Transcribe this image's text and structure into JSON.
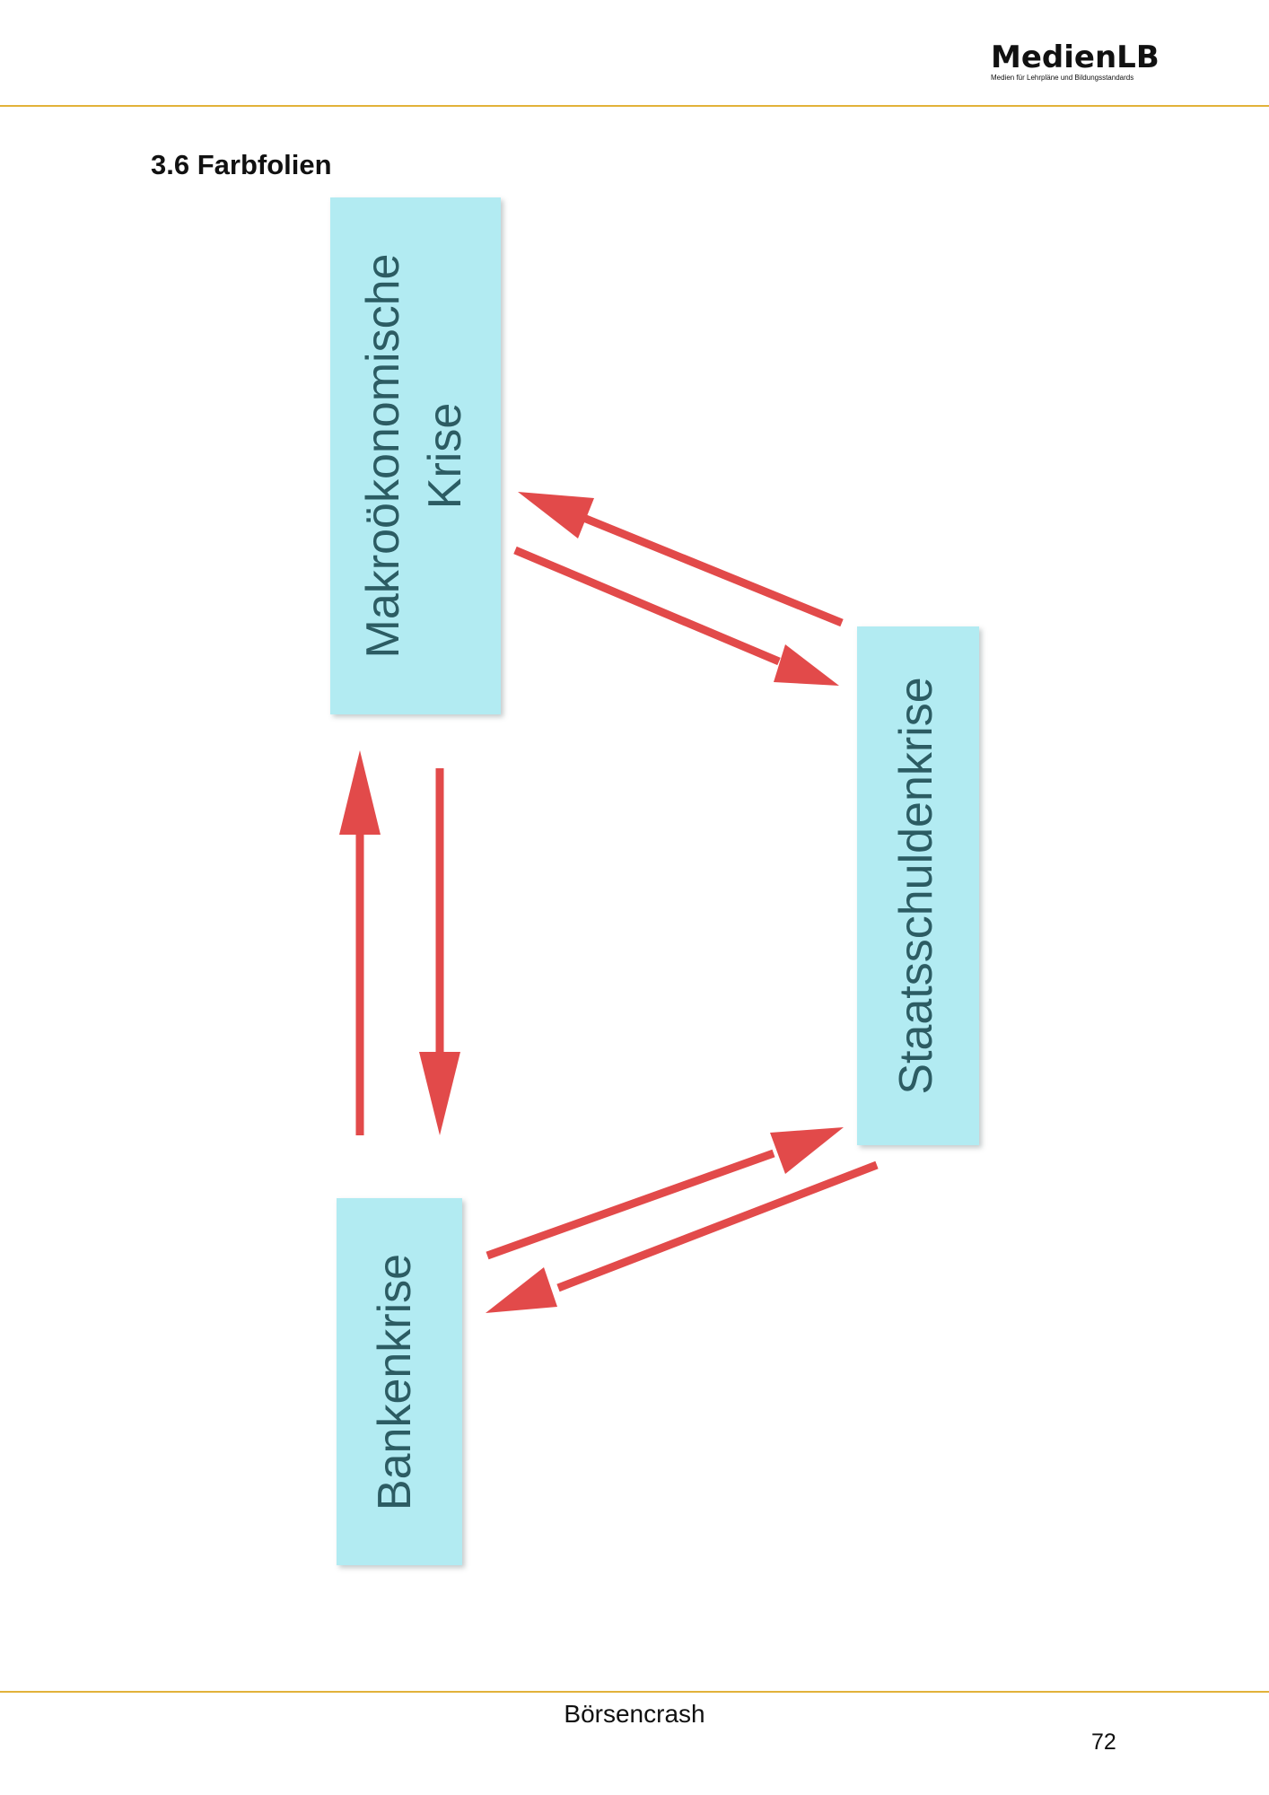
{
  "header": {
    "logo_title": "MedienLB",
    "logo_subtitle": "Medien für Lehrpläne und Bildungsstandards",
    "rule_color": "#e2b23a"
  },
  "section_title": "3.6 Farbfolien",
  "diagram": {
    "nodes": [
      {
        "id": "makro",
        "label_lines": [
          "Makroökonomische",
          "Krise"
        ]
      },
      {
        "id": "staat",
        "label_lines": [
          "Staatsschuldenkrise"
        ]
      },
      {
        "id": "bank",
        "label_lines": [
          "Bankenkrise"
        ]
      }
    ],
    "edges": [
      {
        "from": "makro",
        "to": "staat"
      },
      {
        "from": "staat",
        "to": "makro"
      },
      {
        "from": "makro",
        "to": "bank"
      },
      {
        "from": "bank",
        "to": "makro"
      },
      {
        "from": "bank",
        "to": "staat"
      },
      {
        "from": "staat",
        "to": "bank"
      }
    ],
    "colors": {
      "box": "#b2ebf2",
      "box_text": "#2c5c63",
      "arrow": "#e24a4a"
    }
  },
  "footer": {
    "title": "Börsencrash",
    "page_number": "72"
  }
}
